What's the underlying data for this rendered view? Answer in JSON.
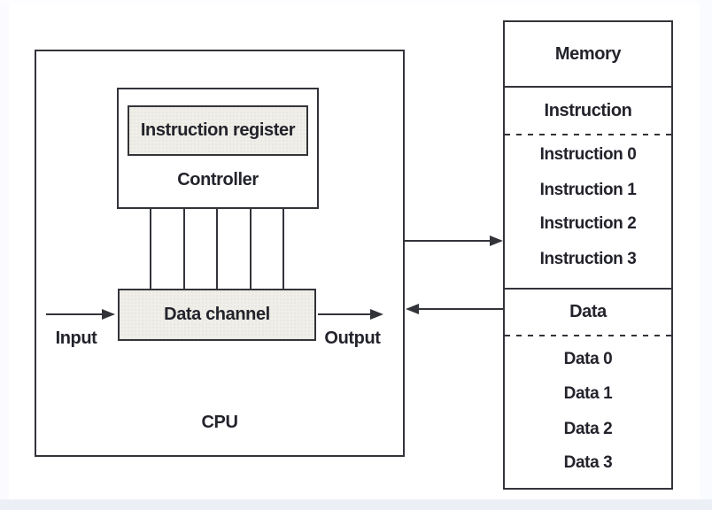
{
  "cpu": {
    "label": "CPU",
    "controller_label": "Controller",
    "instruction_register_label": "Instruction register",
    "data_channel_label": "Data channel",
    "input_label": "Input",
    "output_label": "Output"
  },
  "memory": {
    "title": "Memory",
    "instruction_header": "Instruction",
    "instruction_rows": [
      "Instruction 0",
      "Instruction 1",
      "Instruction 2",
      "Instruction 3"
    ],
    "data_header": "Data",
    "data_rows": [
      "Data 0",
      "Data 1",
      "Data 2",
      "Data 3"
    ]
  },
  "colors": {
    "line": "#33343a",
    "text": "#23232c",
    "box_fill": "#efeee8"
  }
}
